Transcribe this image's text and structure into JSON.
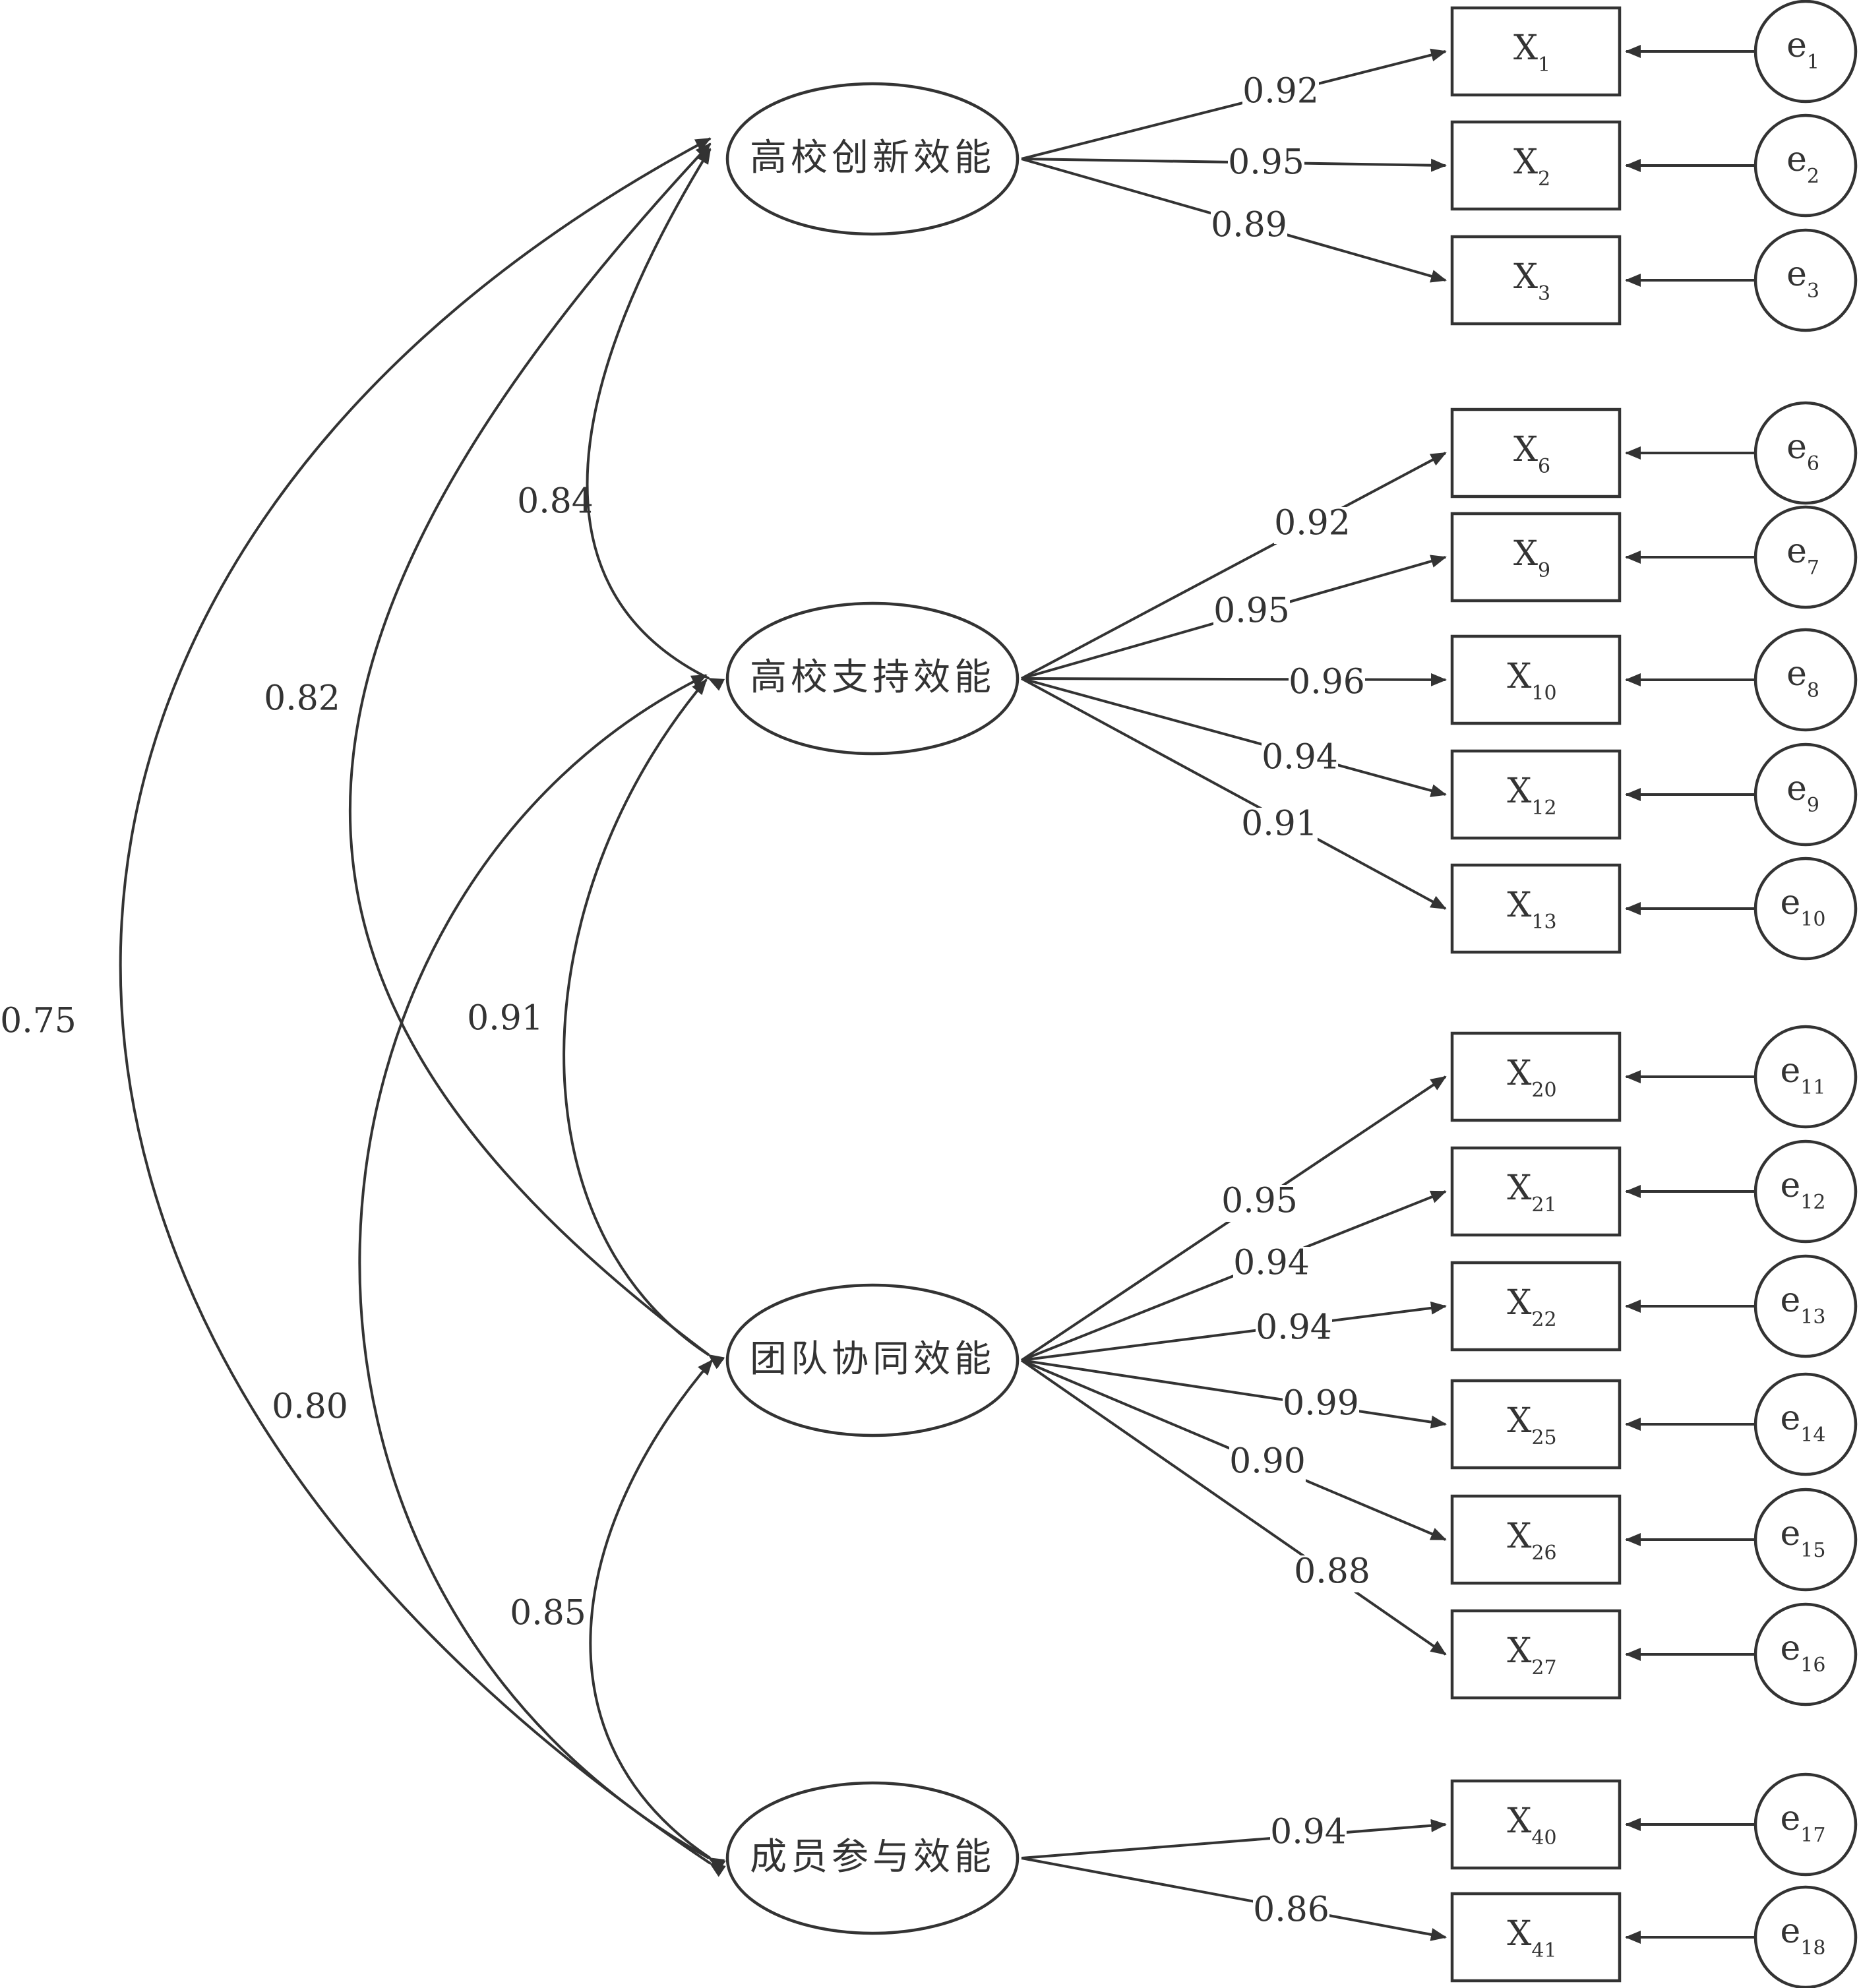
{
  "latents": [
    {
      "id": "F1",
      "label": "高校创新效能"
    },
    {
      "id": "F2",
      "label": "高校支持效能"
    },
    {
      "id": "F3",
      "label": "团队协同效能"
    },
    {
      "id": "F4",
      "label": "成员参与效能"
    }
  ],
  "indicators": [
    {
      "main": "X",
      "sub": "1",
      "err_main": "e",
      "err_sub": "1",
      "factor": "F1",
      "loading": "0.92"
    },
    {
      "main": "X",
      "sub": "2",
      "err_main": "e",
      "err_sub": "2",
      "factor": "F1",
      "loading": "0.95"
    },
    {
      "main": "X",
      "sub": "3",
      "err_main": "e",
      "err_sub": "3",
      "factor": "F1",
      "loading": "0.89"
    },
    {
      "main": "X",
      "sub": "6",
      "err_main": "e",
      "err_sub": "6",
      "factor": "F2",
      "loading": "0.92"
    },
    {
      "main": "X",
      "sub": "9",
      "err_main": "e",
      "err_sub": "7",
      "factor": "F2",
      "loading": "0.95"
    },
    {
      "main": "X",
      "sub": "10",
      "err_main": "e",
      "err_sub": "8",
      "factor": "F2",
      "loading": "0.96"
    },
    {
      "main": "X",
      "sub": "12",
      "err_main": "e",
      "err_sub": "9",
      "factor": "F2",
      "loading": "0.94"
    },
    {
      "main": "X",
      "sub": "13",
      "err_main": "e",
      "err_sub": "10",
      "factor": "F2",
      "loading": "0.91"
    },
    {
      "main": "X",
      "sub": "20",
      "err_main": "e",
      "err_sub": "11",
      "factor": "F3",
      "loading": "0.95"
    },
    {
      "main": "X",
      "sub": "21",
      "err_main": "e",
      "err_sub": "12",
      "factor": "F3",
      "loading": "0.94"
    },
    {
      "main": "X",
      "sub": "22",
      "err_main": "e",
      "err_sub": "13",
      "factor": "F3",
      "loading": "0.94"
    },
    {
      "main": "X",
      "sub": "25",
      "err_main": "e",
      "err_sub": "14",
      "factor": "F3",
      "loading": "0.99"
    },
    {
      "main": "X",
      "sub": "26",
      "err_main": "e",
      "err_sub": "15",
      "factor": "F3",
      "loading": "0.90"
    },
    {
      "main": "X",
      "sub": "27",
      "err_main": "e",
      "err_sub": "16",
      "factor": "F3",
      "loading": "0.88"
    },
    {
      "main": "X",
      "sub": "40",
      "err_main": "e",
      "err_sub": "17",
      "factor": "F4",
      "loading": "0.94"
    },
    {
      "main": "X",
      "sub": "41",
      "err_main": "e",
      "err_sub": "18",
      "factor": "F4",
      "loading": "0.86"
    }
  ],
  "correlations": [
    {
      "from": "F1",
      "to": "F2",
      "value": "0.84"
    },
    {
      "from": "F2",
      "to": "F3",
      "value": "0.91"
    },
    {
      "from": "F3",
      "to": "F4",
      "value": "0.85"
    },
    {
      "from": "F1",
      "to": "F3",
      "value": "0.82"
    },
    {
      "from": "F2",
      "to": "F4",
      "value": "0.80"
    },
    {
      "from": "F1",
      "to": "F4",
      "value": "0.75"
    }
  ]
}
